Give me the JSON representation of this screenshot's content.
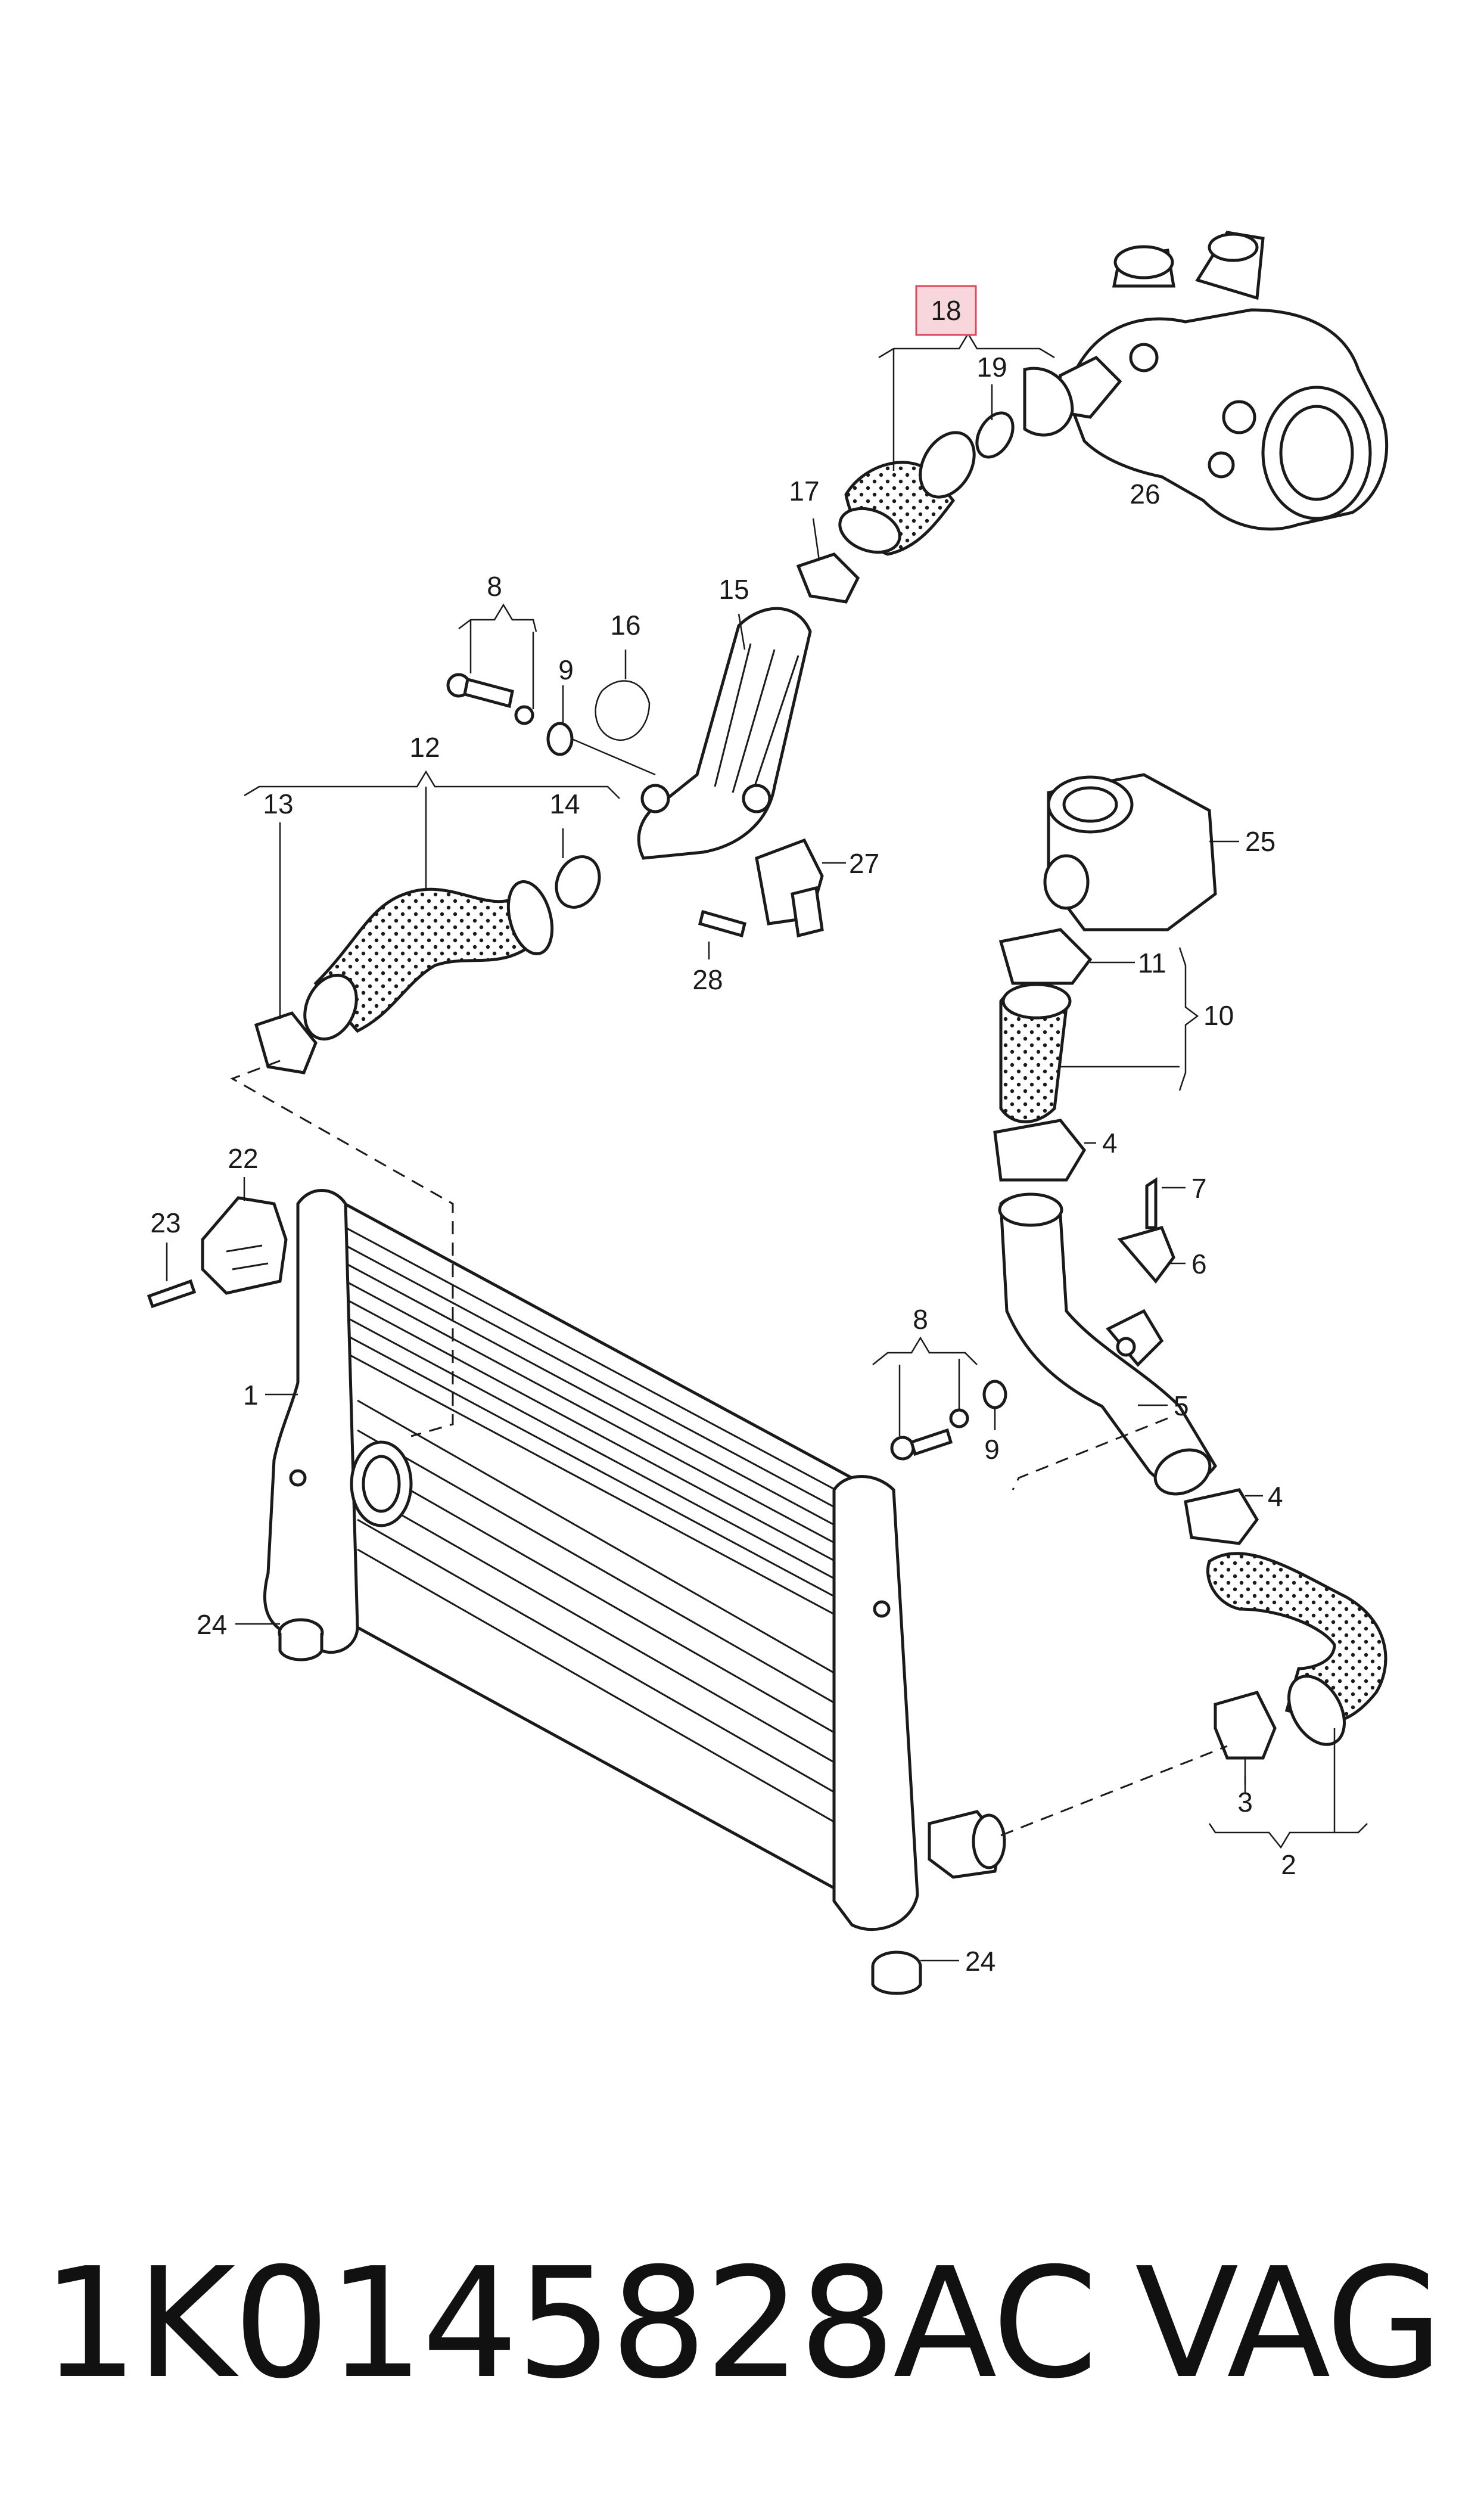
{
  "diagram": {
    "callouts": {
      "c1": "1",
      "c2": "2",
      "c3": "3",
      "c4a": "4",
      "c4b": "4",
      "c5": "5",
      "c6": "6",
      "c7": "7",
      "c8a": "8",
      "c8b": "8",
      "c9a": "9",
      "c9b": "9",
      "c10": "10",
      "c11": "11",
      "c12": "12",
      "c13": "13",
      "c14": "14",
      "c15": "15",
      "c16": "16",
      "c17": "17",
      "c18": "18",
      "c19": "19",
      "c22": "22",
      "c23": "23",
      "c24a": "24",
      "c24b": "24",
      "c25": "25",
      "c26": "26",
      "c27": "27",
      "c28": "28"
    },
    "highlight_color": "#f8d7dc",
    "highlight_border": "#d9485f",
    "line_color": "#1a1a1a"
  },
  "caption": {
    "part_number": "1K0145828AC",
    "brand": "VAG"
  }
}
